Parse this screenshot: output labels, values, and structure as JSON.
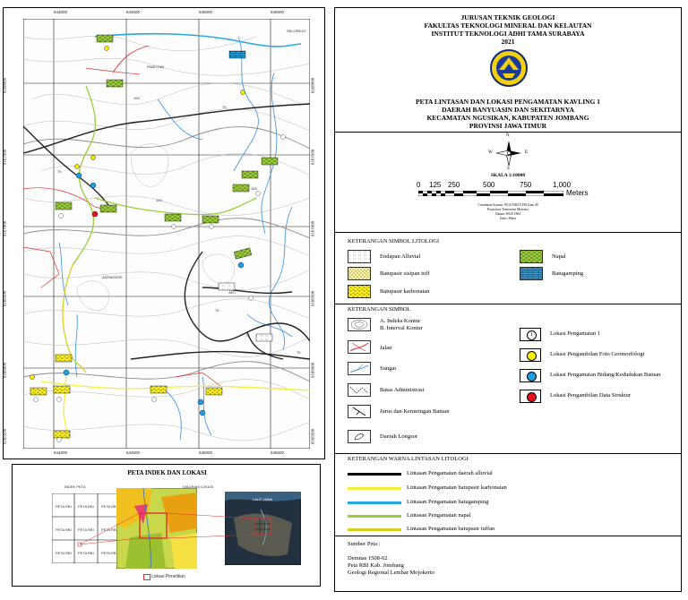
{
  "title_block": {
    "dept": "JURUSAN TEKNIK GEOLOGI",
    "faculty": "FAKULTAS TEKNOLOGI MINERAL DAN KELAUTAN",
    "institute": "INSTITUT TEKNOLOGI ADHI TAMA SURABAYA",
    "year": "2021",
    "map_title_1": "PETA LINTASAN DAN LOKASI PENGAMATAN KAVLING 1",
    "map_title_2": "DAERAH BANYUASIN DAN SEKITARNYA",
    "map_title_3": "KECAMATAN NGUSIKAN, KABUPATEN JOMBANG",
    "map_title_4": "PROVINSI JAWA TIMUR"
  },
  "scale": {
    "north_label": "N",
    "west_label": "W",
    "east_label": "E",
    "south_label": "S",
    "scale_text": "SKALA 1:10000",
    "ticks": [
      "0",
      "125",
      "250",
      "500",
      "750",
      "1,000"
    ],
    "unit": "Meters",
    "notes": [
      "Coordinate System: WGS 1984 UTM Zone 49",
      "Projection: Transverse Mercator",
      "Datum: WGS 1984",
      "Units: Meter"
    ]
  },
  "lithology_legend": {
    "header": "KETERANGAN SIMBOL LITOLOGI",
    "items": [
      {
        "label": "Endapan Alluvial",
        "pattern": "alluvial"
      },
      {
        "label": "Batupasir sisipan tuff",
        "pattern": "tuff"
      },
      {
        "label": "Batupasir karbonatan",
        "pattern": "karbonatan"
      },
      {
        "label": "Napal",
        "pattern": "napal"
      },
      {
        "label": "Batugamping",
        "pattern": "gamping"
      }
    ]
  },
  "symbol_legend": {
    "header": "KETERANGAN SIMBOL",
    "kontur_a": "A. Indeks Kontur",
    "kontur_b": "B. Interval Kontur",
    "jalan": "Jalan",
    "sungai": "Sungai",
    "batas": "Batas Administrasi",
    "jurus": "Jurus dan Kemiringan Batuan",
    "longsor": "Daerah Longsor",
    "lokasi_num": "1",
    "lokasi": "Lokasi Pengamatan 1",
    "foto": "Lokasi Pengambilan Foto Geomorfologi",
    "bidang": "Lokasi Pengamatan Bidang/Kedudukan Batuan",
    "struktur": "Lokasi Pengambilan Data Struktur",
    "colors": {
      "foto": "#ffee00",
      "bidang": "#1aa0e8",
      "struktur": "#e8101a"
    }
  },
  "track_legend": {
    "header": "KETERANGAN WARNA LINTASAN LITOLOGI",
    "items": [
      {
        "label": "Lintasan Pengamatan daerah alluvial",
        "color": "#000000"
      },
      {
        "label": "Lintasan Pengamatan batupasir karbonatan",
        "color": "#f2f03a"
      },
      {
        "label": "Lintasan Pengamatan batugamping",
        "color": "#28a8e0"
      },
      {
        "label": "Lintasan Pengamatan napal",
        "color": "#9ccc3a"
      },
      {
        "label": "Lintasan Pengamatan batupasir tuffan",
        "color": "#d8d020"
      }
    ]
  },
  "sources": {
    "header": "Sumber Peta :",
    "lines": [
      "Demnas 1508-62",
      "Peta RBI Kab. Jombang",
      "Geologi Regional Lembar Mojokerto"
    ]
  },
  "index": {
    "title": "PETA INDEK DAN LOKASI",
    "index_label": "INDEK PETA",
    "diagram_label": "DIAGRAM LOKASI",
    "legend_label": "Lokasi Penelitian",
    "grid_cells": [
      "PETA RBI",
      "PETA RBI",
      "PETA RBI",
      "PETA RBI",
      "PETA RBI",
      "PETA RBI",
      "PETA RBI",
      "PETA RBI",
      "PETA RBI"
    ],
    "overview_label": "LAUT JAWA"
  },
  "map": {
    "top_coords": [
      "644000",
      "644500",
      "645000",
      "645500"
    ],
    "bottom_coords": [
      "644000",
      "644500",
      "645000",
      "645500"
    ],
    "left_coords": [
      "9168000",
      "9167500",
      "9167000",
      "9166500",
      "9166000",
      "9165500"
    ],
    "right_coords": [
      "9168000",
      "9167500",
      "9167000",
      "9166500",
      "9166000",
      "9165500"
    ],
    "places": {
      "pamotan": "PAMOTAN",
      "asemgede": "ASEMGEDE",
      "jati": "JATI",
      "selorejo": "SELOREJO"
    },
    "contour_labels": [
      "75",
      "100",
      "75",
      "100",
      "100",
      "75",
      "75",
      "75"
    ]
  }
}
